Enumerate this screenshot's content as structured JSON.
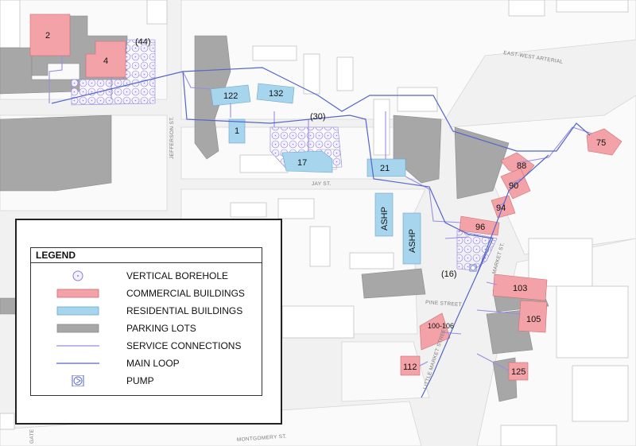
{
  "colors": {
    "background": "#f1f1f1",
    "street_block": "#fafafa",
    "commercial": "#f3a3a8",
    "residential": "#a8d5ee",
    "parking": "#a7a7a7",
    "building_outline": "#d0d0d0",
    "service_connection": "#9a8ce0",
    "main_loop": "#5466c8"
  },
  "streets": {
    "jefferson": "JEFFERSON ST.",
    "jay": "JAY ST.",
    "east_west_arterial": "EAST-WEST ARTERIAL",
    "market": "MARKET ST.",
    "pine": "PINE STREET",
    "little_market": "LITTLE MARKET STREET",
    "montgomery": "MONTGOMERY ST.",
    "gate": "GATE"
  },
  "buildings": {
    "commercial": [
      "2",
      "4",
      "75",
      "88",
      "90",
      "94",
      "96",
      "103",
      "105",
      "100-106",
      "112",
      "125"
    ],
    "residential": [
      "122",
      "132",
      "1",
      "17",
      "21",
      "ASHP",
      "ASHP"
    ]
  },
  "borehole_fields": [
    "(44)",
    "(30)",
    "(16)"
  ],
  "legend": {
    "title": "LEGEND",
    "items": [
      {
        "key": "vertical_borehole",
        "label": "VERTICAL BOREHOLE"
      },
      {
        "key": "commercial",
        "label": "COMMERCIAL BUILDINGS"
      },
      {
        "key": "residential",
        "label": "RESIDENTIAL BUILDINGS"
      },
      {
        "key": "parking",
        "label": "PARKING LOTS"
      },
      {
        "key": "service",
        "label": "SERVICE CONNECTIONS"
      },
      {
        "key": "main_loop",
        "label": "MAIN LOOP"
      },
      {
        "key": "pump",
        "label": "PUMP"
      }
    ]
  }
}
